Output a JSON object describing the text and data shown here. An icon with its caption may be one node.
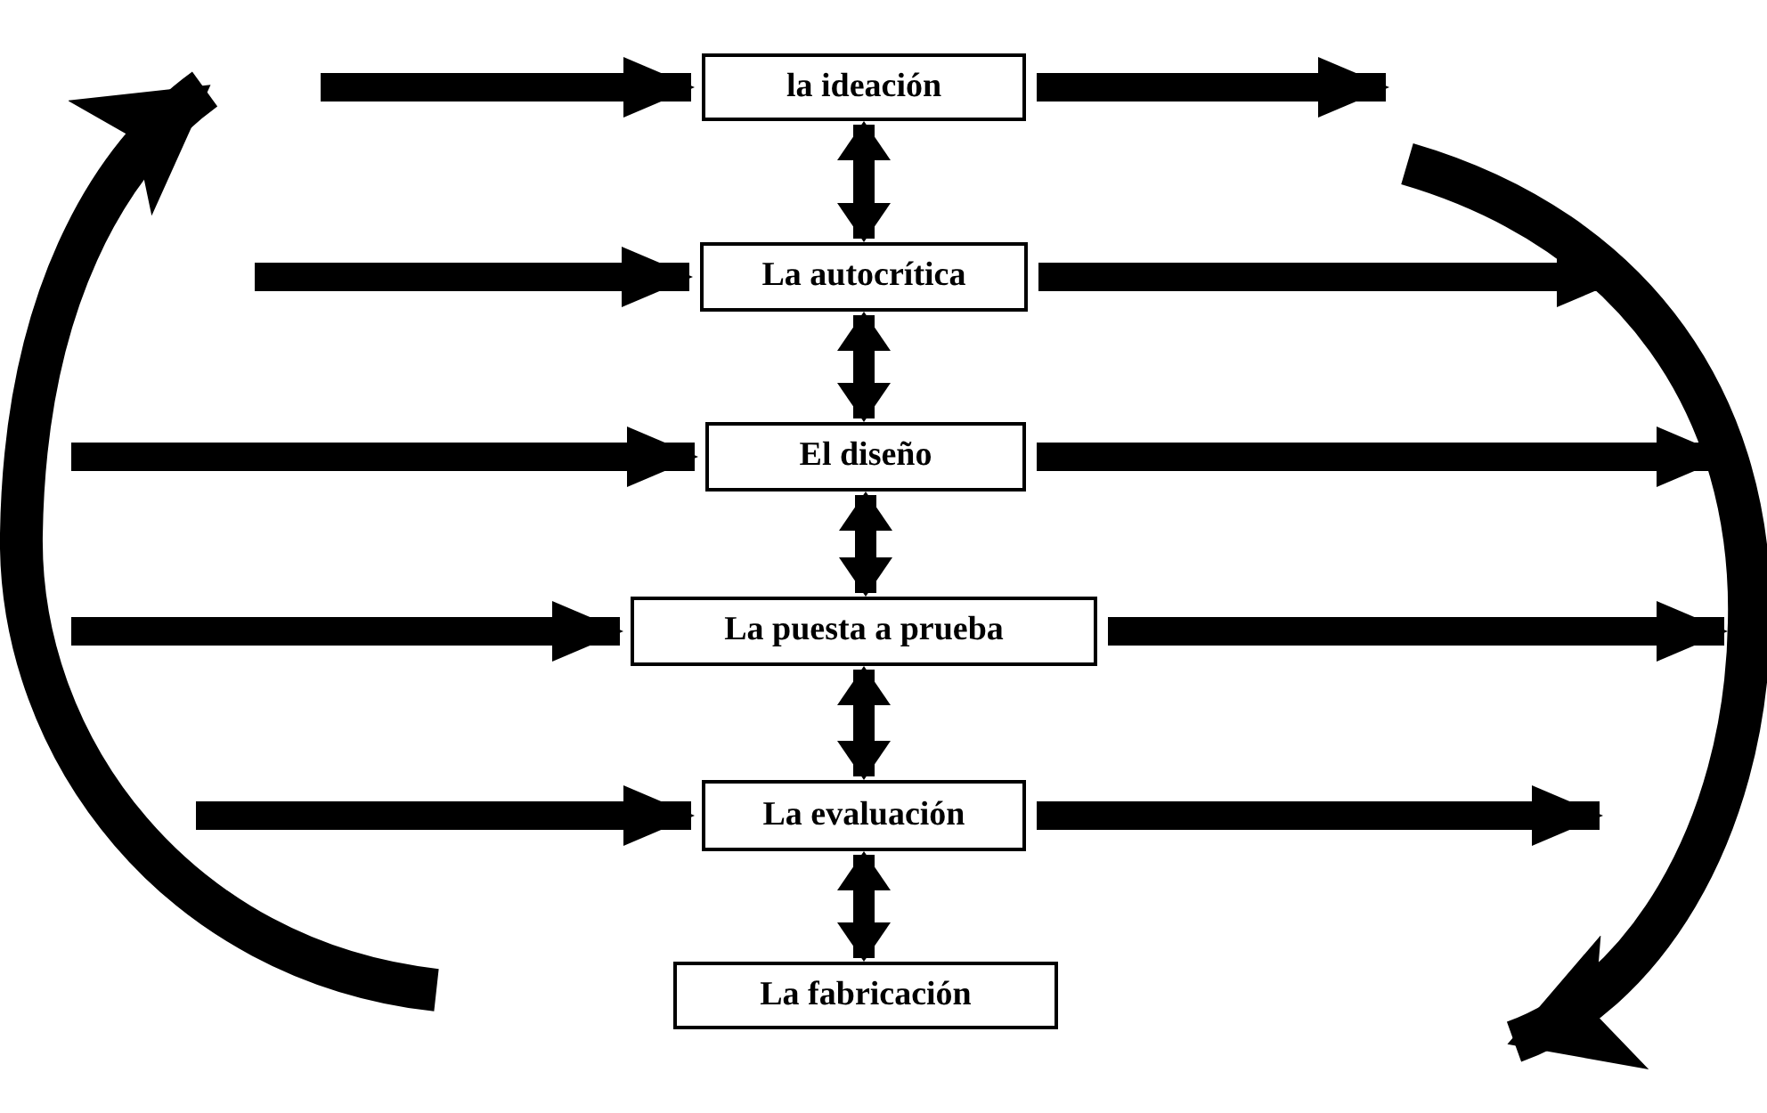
{
  "diagram": {
    "nodes": [
      {
        "text": [
          "la ideación"
        ]
      },
      {
        "text": [
          "La autocrítica"
        ]
      },
      {
        "text": [
          "El diseño"
        ]
      },
      {
        "text": [
          "La puesta a prueba"
        ]
      },
      {
        "text": [
          "La evaluación"
        ]
      },
      {
        "text": [
          "La fabricación"
        ]
      }
    ],
    "edges": [
      {
        "from": 0,
        "to": 1,
        "arrow": "both"
      },
      {
        "from": 1,
        "to": 2,
        "arrow": "both"
      },
      {
        "from": 2,
        "to": 3,
        "arrow": "both"
      },
      {
        "from": 3,
        "to": 4,
        "arrow": "both"
      },
      {
        "from": 4,
        "to": 5,
        "arrow": "both"
      },
      {
        "from": null,
        "to": 0,
        "arrow": "to"
      },
      {
        "from": null,
        "to": 1,
        "arrow": "to"
      },
      {
        "from": null,
        "to": 2,
        "arrow": "to"
      },
      {
        "from": null,
        "to": 3,
        "arrow": "to"
      },
      {
        "from": null,
        "to": 4,
        "arrow": "to"
      },
      {
        "from": 0,
        "to": null,
        "arrow": "to"
      },
      {
        "from": 1,
        "to": null,
        "arrow": "to"
      },
      {
        "from": 2,
        "to": null,
        "arrow": "to"
      },
      {
        "from": 3,
        "to": null,
        "arrow": "to"
      },
      {
        "from": 4,
        "to": null,
        "arrow": "to"
      }
    ]
  }
}
